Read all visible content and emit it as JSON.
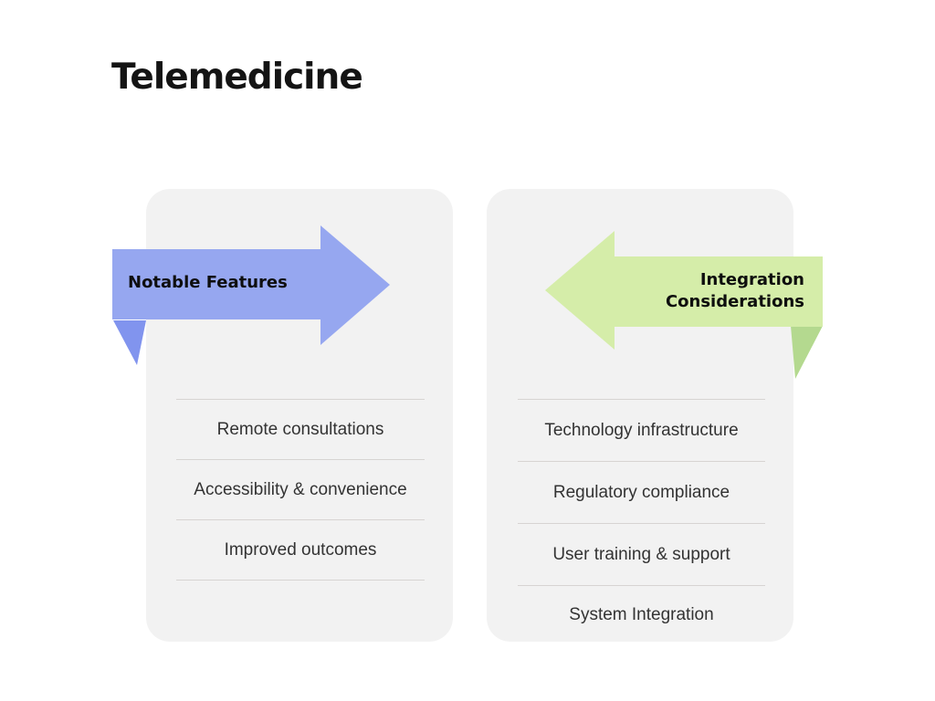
{
  "title": "Telemedicine",
  "colors": {
    "arrow_blue": "#96a7f0",
    "arrow_blue_fold": "#8194ee",
    "arrow_green": "#d5eda9",
    "arrow_green_fold": "#b4d98f",
    "card_bg": "#f2f2f2",
    "divider": "#d7d4d2",
    "title_text": "#141414",
    "item_text": "#333333"
  },
  "left_panel": {
    "header": "Notable Features",
    "items": [
      "Remote consultations",
      "Accessibility & convenience",
      "Improved outcomes"
    ]
  },
  "right_panel": {
    "header": "Integration Considerations",
    "items": [
      "Technology infrastructure",
      "Regulatory compliance",
      "User training & support",
      "System Integration"
    ]
  }
}
